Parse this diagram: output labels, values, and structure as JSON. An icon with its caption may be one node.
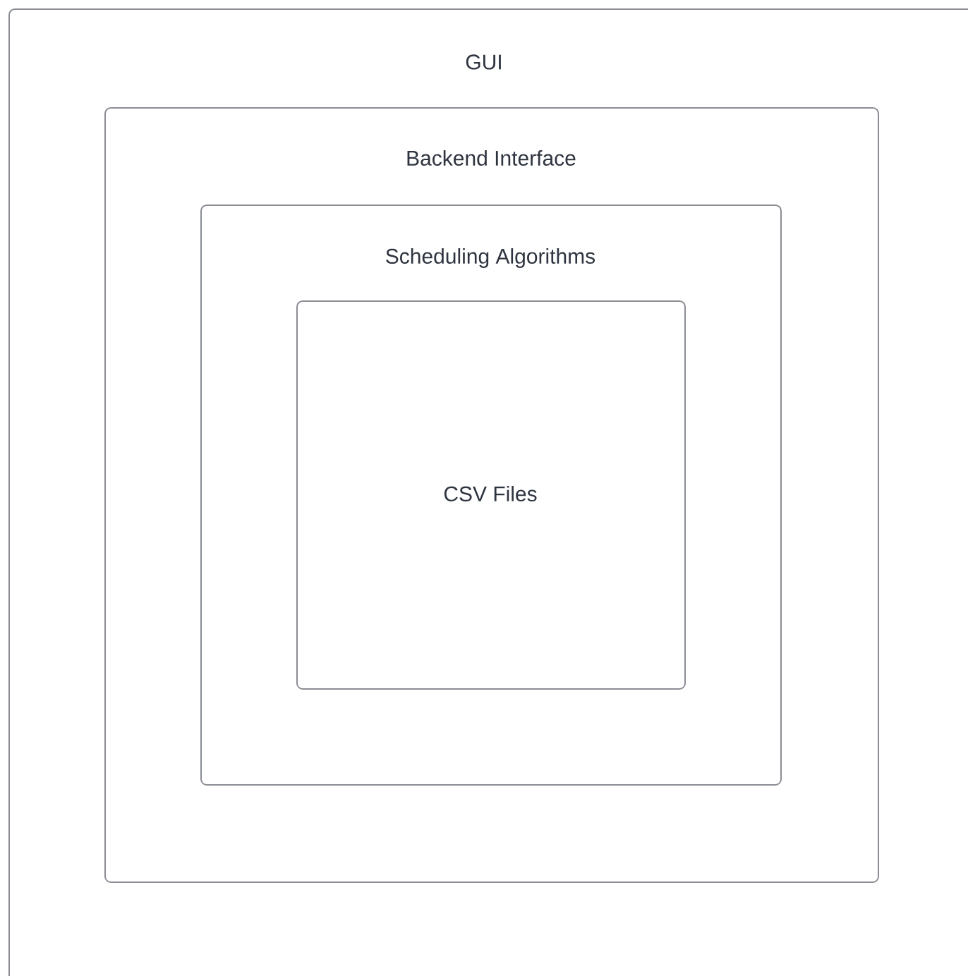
{
  "diagram": {
    "nodes": [
      {
        "text": [
          "GUI"
        ]
      },
      {
        "text": [
          "Backend Interface"
        ],
        "in": 0
      },
      {
        "text": [
          "Scheduling Algorithms"
        ],
        "in": 1
      },
      {
        "text": [
          "CSV Files"
        ],
        "in": 2
      }
    ]
  }
}
